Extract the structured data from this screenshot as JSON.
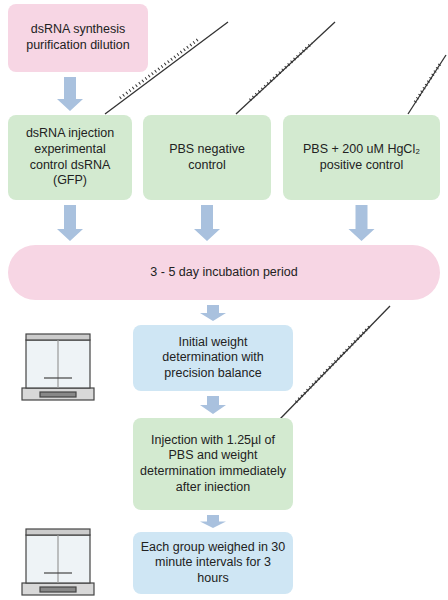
{
  "diagram": {
    "nodes": [
      {
        "text": [
          "dsRNA synthesis purification dilution"
        ]
      },
      {
        "text": [
          "dsRNA injection experimental control dsRNA (GFP)"
        ]
      },
      {
        "text": [
          "PBS negative control"
        ]
      },
      {
        "text": [
          "PBS + 200 uM HgCl₂ positive control"
        ]
      },
      {
        "text": [
          "3 - 5 day incubation period"
        ]
      },
      {
        "text": [
          "Initial weight determination with precision balance"
        ]
      },
      {
        "text": [
          "Injection with 1.25µl of PBS and weight determination immediately after iniection"
        ]
      },
      {
        "text": [
          "Each group weighed in 30 minute intervals for 3 hours"
        ]
      }
    ],
    "edges": [
      {
        "from": 0,
        "to": 1,
        "arrow": "to"
      },
      {
        "from": 1,
        "to": 4,
        "arrow": "to"
      },
      {
        "from": 2,
        "to": 4,
        "arrow": "to"
      },
      {
        "from": 3,
        "to": 4,
        "arrow": "to"
      },
      {
        "from": 4,
        "to": 5,
        "arrow": "to"
      },
      {
        "from": 5,
        "to": 6,
        "arrow": "to"
      },
      {
        "from": 6,
        "to": 7,
        "arrow": "to"
      }
    ]
  }
}
